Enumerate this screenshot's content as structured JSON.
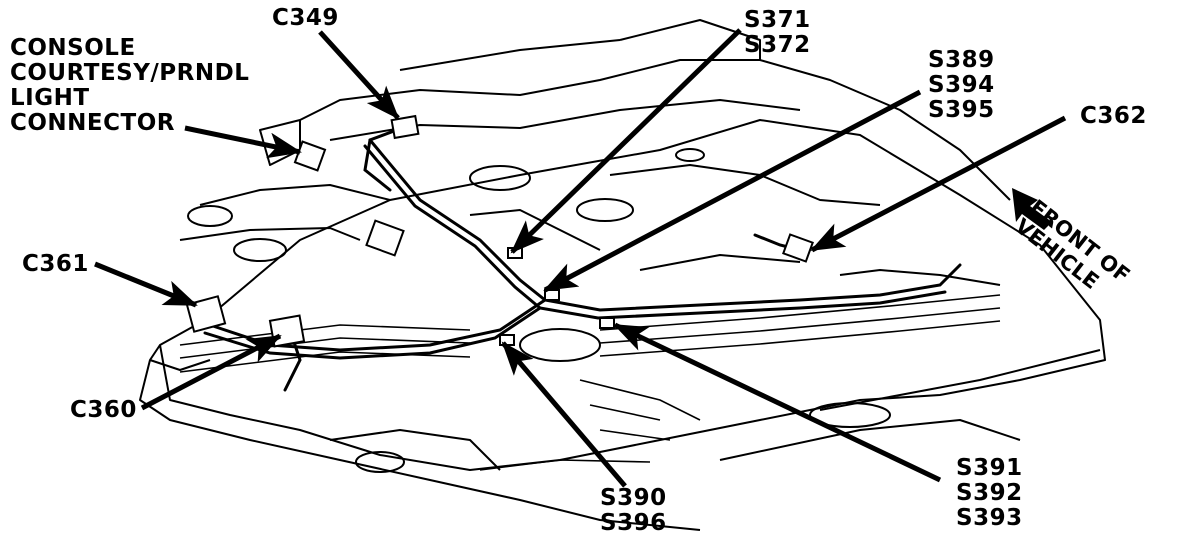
{
  "callouts": {
    "c349": "C349",
    "console": [
      "CONSOLE",
      "COURTESY/PRNDL",
      "LIGHT",
      "CONNECTOR"
    ],
    "s371_372": [
      "S371",
      "S372"
    ],
    "s389_394_395": [
      "S389",
      "S394",
      "S395"
    ],
    "c362": "C362",
    "c361": "C361",
    "c360": "C360",
    "s390_396": [
      "S390",
      "S396"
    ],
    "s391_392_393": [
      "S391",
      "S392",
      "S393"
    ]
  },
  "orientation": {
    "label": [
      "FRONT OF",
      "VEHICLE"
    ]
  },
  "colors": {
    "ink": "#000000",
    "paper": "#ffffff"
  }
}
